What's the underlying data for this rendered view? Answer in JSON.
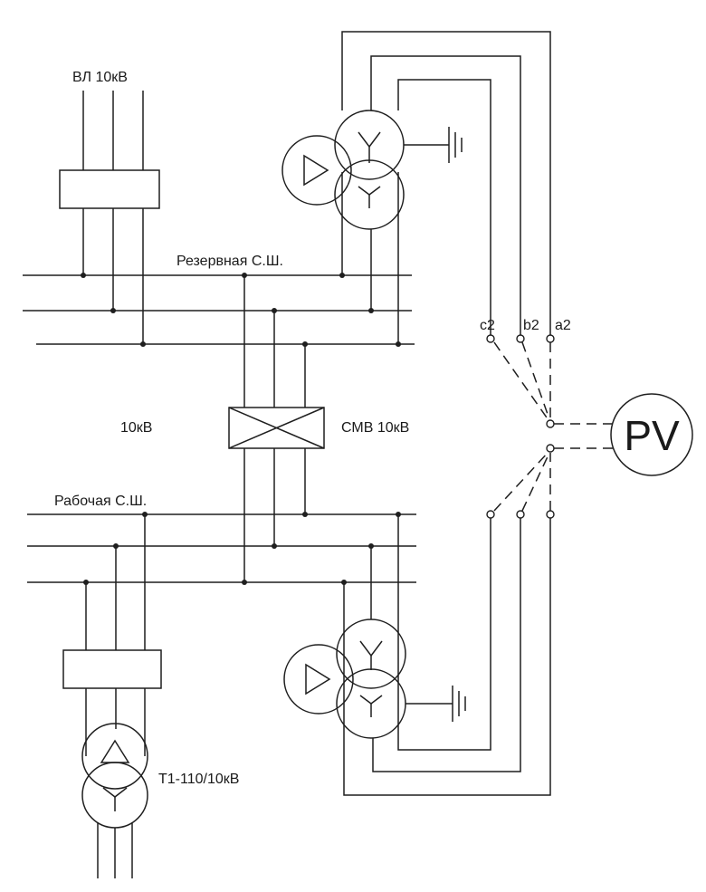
{
  "labels": {
    "overhead_line": "ВЛ 10кВ",
    "reserve_bus": "Резервная С.Ш.",
    "voltage": "10кВ",
    "breaker": "СМВ 10кВ",
    "working_bus": "Рабочая С.Ш.",
    "main_transformer": "Т1-110/10кВ",
    "term_c2": "c2",
    "term_b2": "b2",
    "term_a2": "a2",
    "voltmeter": "PV"
  }
}
